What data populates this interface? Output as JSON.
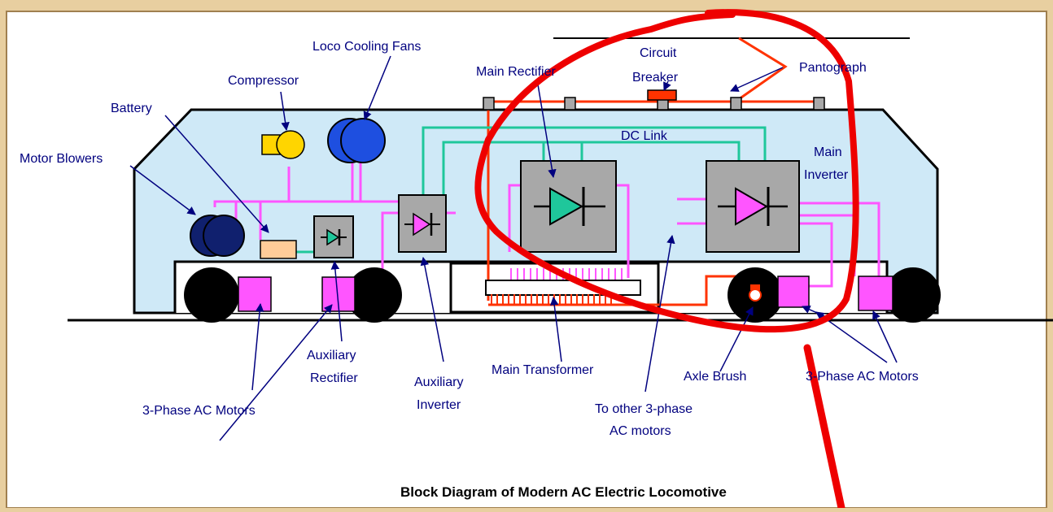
{
  "title": "Block Diagram of Modern AC Electric Locomotive",
  "labels": {
    "compressor": "Compressor",
    "loco_cooling_fans": "Loco Cooling Fans",
    "main_rectifier": "Main Rectifier",
    "circuit": "Circuit",
    "breaker": "Breaker",
    "pantograph": "Pantograph",
    "battery": "Battery",
    "dc_link": "DC Link",
    "main": "Main",
    "inverter": "Inverter",
    "motor_blowers": "Motor Blowers",
    "auxiliary_a": "Auxiliary",
    "rectifier": "Rectifier",
    "auxiliary_b": "Auxiliary",
    "inverter_b": "Inverter",
    "main_transformer": "Main Transformer",
    "axle_brush": "Axle Brush",
    "three_phase_right": "3-Phase AC Motors",
    "three_phase_left": "3-Phase AC Motors",
    "to_other_a": "To other 3-phase",
    "to_other_b": "AC motors"
  },
  "colors": {
    "background": "#e8cfa0",
    "panel": "#ffffff",
    "body_fill": "#cfe9f7",
    "box_fill": "#a8a8a8",
    "magenta": "#ff55ff",
    "teal": "#1fc79b",
    "orange_wire": "#ff3300",
    "label_blue": "#00007f",
    "highlight_red": "#ee0000",
    "fan_blue": "#1e4fe0",
    "blower_navy": "#10206e",
    "compressor_yellow": "#ffd500",
    "battery_tan": "#ffcc99"
  }
}
